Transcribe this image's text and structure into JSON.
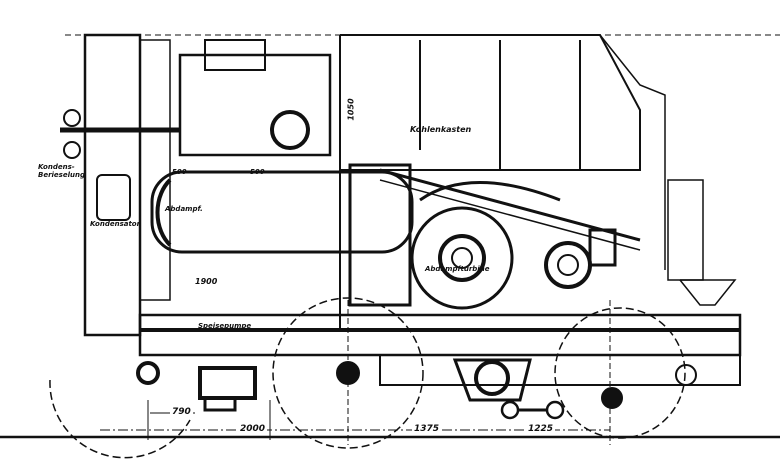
{
  "labels": {
    "coal_box": "Kohlenkasten",
    "condenser_spray": "Kondens-\nBerieselung",
    "condenser": "Kondensator",
    "exhaust_steam": "Abdampf.",
    "turbine": "Abdampfturbine",
    "feed_pump": "Speisepumpe",
    "height_1050": "1050",
    "dim_1900": "1900",
    "dim_500a": "500",
    "dim_500b": "500"
  },
  "dimensions": [
    "790",
    "2000",
    "1375",
    "1225"
  ],
  "colors": {
    "ink": "#111111",
    "paper": "#ffffff"
  }
}
